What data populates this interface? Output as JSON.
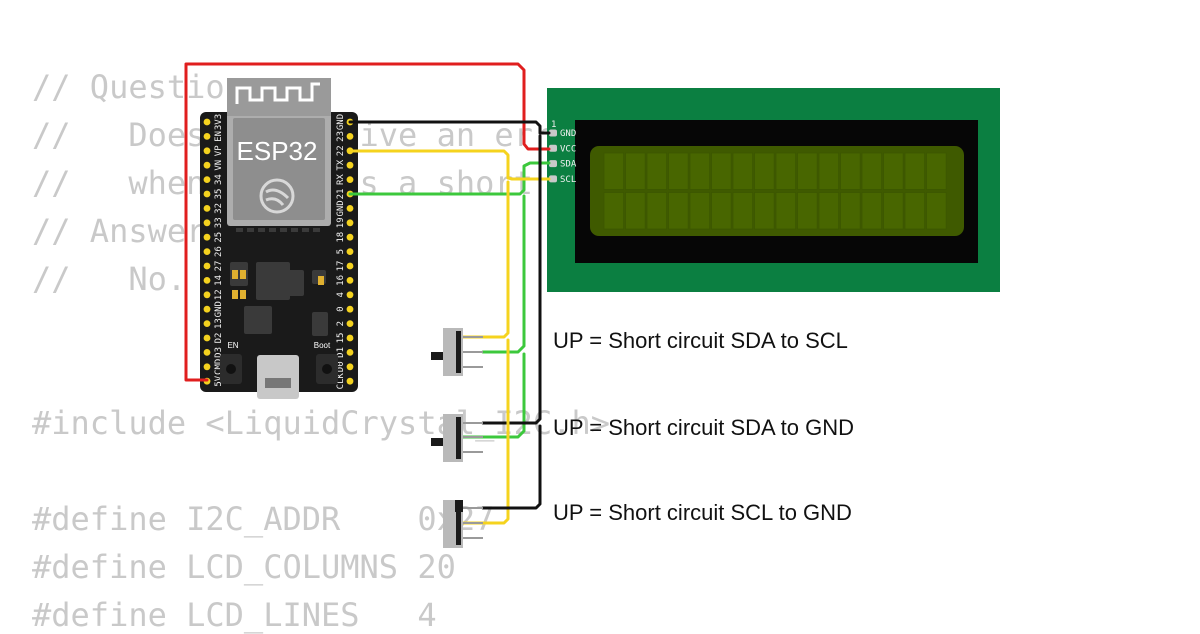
{
  "code_lines": [
    "// Question:",
    "//   Does ESP32 give an error",
    "//   when there is a short circuit?",
    "// Answer:",
    "//   No.",
    "#include <LiquidCrystal_I2C.h>",
    "#define I2C_ADDR    0x27",
    "#define LCD_COLUMNS 20",
    "#define LCD_LINES   4"
  ],
  "esp32": {
    "label": "ESP32",
    "en_label": "EN",
    "boot_label": "Boot",
    "left_pins": [
      "3V3",
      "EN",
      "VP",
      "VN",
      "34",
      "35",
      "32",
      "33",
      "25",
      "26",
      "27",
      "14",
      "12",
      "GND",
      "13",
      "D2",
      "D3",
      "CMD",
      "5V"
    ],
    "right_pins": [
      "GND",
      "23",
      "22",
      "TX",
      "RX",
      "21",
      "GND",
      "19",
      "18",
      "5",
      "17",
      "16",
      "4",
      "0",
      "2",
      "15",
      "D1",
      "D0",
      "CLK"
    ]
  },
  "lcd": {
    "pin1_marker": "1",
    "pins": [
      "GND",
      "VCC",
      "SDA",
      "SCL"
    ],
    "columns": 16,
    "rows": 2
  },
  "switches": [
    {
      "note": "UP = Short circuit SDA to SCL"
    },
    {
      "note": "UP = Short circuit SDA to GND"
    },
    {
      "note": "UP = Short circuit SCL to GND"
    }
  ],
  "wire_colors": {
    "vcc": "#e01e1e",
    "gnd": "#111111",
    "sda": "#3cc83c",
    "scl": "#f5d31e"
  },
  "colors": {
    "board": "#1a1a1a",
    "module": "#adadad",
    "pcb": "#0b7f41",
    "lcd_bezel": "#060606",
    "lcd_screen": "#3f5a00",
    "pin": "#f4d21f"
  }
}
